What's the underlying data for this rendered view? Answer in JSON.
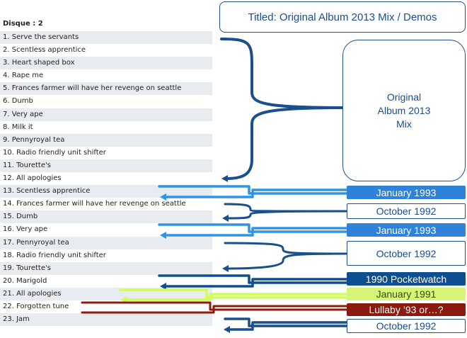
{
  "disc": {
    "header": "Disque : 2"
  },
  "tracks": [
    "1. Serve the servants",
    "2. Scentless apprentice",
    "3. Heart shaped box",
    "4. Rape me",
    "5. Frances farmer will have her revenge on seattle",
    "6. Dumb",
    "7. Very ape",
    "8. Milk it",
    "9. Pennyroyal tea",
    "10. Radio friendly unit shifter",
    "11. Tourette's",
    "12. All apologies",
    "13. Scentless apprentice",
    "14. Frances farmer will have her revenge on seattle",
    "15. Dumb",
    "16. Very ape",
    "17. Pennyroyal tea",
    "18. Radio friendly unit shifter",
    "19. Tourette's",
    "20. Marigold",
    "21. All apologies",
    "22. Forgotten tune",
    "23. Jam"
  ],
  "annotations": {
    "title": "Titled: Original Album 2013 Mix / Demos",
    "album": "Original Album 2013 Mix",
    "labels": [
      {
        "text": "January 1993",
        "style": "filled",
        "color": "#2f82d8",
        "text_color": "#ffffff"
      },
      {
        "text": "October 1992",
        "style": "outline",
        "color": "#1f4e8c",
        "text_color": "#1a4d8f"
      },
      {
        "text": "January 1993",
        "style": "filled",
        "color": "#2f82d8",
        "text_color": "#ffffff"
      },
      {
        "text": "October 1992",
        "style": "outline",
        "color": "#1f4e8c",
        "text_color": "#1a4d8f"
      },
      {
        "text": "1990 Pocketwatch",
        "style": "filled",
        "color": "#0d4f8e",
        "text_color": "#ffffff"
      },
      {
        "text": "January 1991",
        "style": "filled",
        "color": "#d4f576",
        "text_color": "#3a4a10"
      },
      {
        "text": "Lullaby ’93 or…?",
        "style": "filled",
        "color": "#8b1a0e",
        "text_color": "#ffffff"
      },
      {
        "text": "October 1992",
        "style": "outline",
        "color": "#1f4e8c",
        "text_color": "#1a4d8f"
      }
    ]
  },
  "colors": {
    "dark_blue": "#184f8c",
    "light_blue": "#2f93e6",
    "navy": "#0d4f8e",
    "lime": "#cfff52",
    "dark_red": "#8e1a0c",
    "row_stripe": "#e8ebf0"
  }
}
